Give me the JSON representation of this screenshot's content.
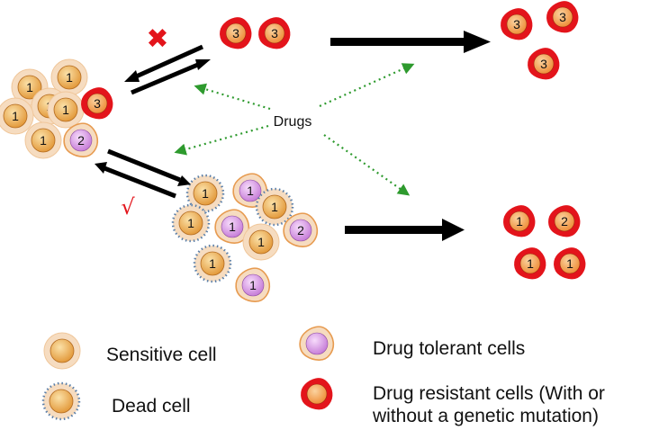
{
  "drugs_label": "Drugs",
  "blocked_mark": "✖",
  "allowed_mark": "√",
  "legend": {
    "sensitive": "Sensitive cell",
    "dead": "Dead cell",
    "tolerant": "Drug tolerant cells",
    "resistant_line1": "Drug resistant cells (With or",
    "resistant_line2": "without a genetic mutation)"
  },
  "colors": {
    "sensitive_fill": "#f6dcc0",
    "sensitive_nucleus": "#e9a84c",
    "tolerant_fill": "#f6dcc0",
    "tolerant_nucleus": "#d9a0e6",
    "resistant_fill": "#e3141b",
    "resistant_nucleus": "#f2a048",
    "dead_ring": "#5a7ea8",
    "arrow": "#000000",
    "drug_arrow": "#2e9a2e",
    "blocked": "#e3141b",
    "allowed": "#e3141b"
  },
  "groups": {
    "initial": {
      "cells": [
        {
          "type": "sensitive",
          "label": "1"
        },
        {
          "type": "sensitive",
          "label": "1"
        },
        {
          "type": "sensitive",
          "label": "1"
        },
        {
          "type": "sensitive",
          "label": "1"
        },
        {
          "type": "sensitive",
          "label": "1"
        },
        {
          "type": "resistant",
          "label": "3"
        },
        {
          "type": "sensitive",
          "label": "1"
        },
        {
          "type": "tolerant",
          "label": "2"
        }
      ]
    },
    "top_middle": {
      "cells": [
        {
          "type": "resistant",
          "label": "3"
        },
        {
          "type": "resistant",
          "label": "3"
        }
      ]
    },
    "top_right": {
      "cells": [
        {
          "type": "resistant",
          "label": "3"
        },
        {
          "type": "resistant",
          "label": "3"
        },
        {
          "type": "resistant",
          "label": "3"
        }
      ]
    },
    "middle_cluster": {
      "cells": [
        {
          "type": "dead",
          "label": "1"
        },
        {
          "type": "tolerant",
          "label": "1"
        },
        {
          "type": "dead",
          "label": "1"
        },
        {
          "type": "dead",
          "label": "1"
        },
        {
          "type": "tolerant",
          "label": "1"
        },
        {
          "type": "sensitive",
          "label": "1"
        },
        {
          "type": "tolerant",
          "label": "2"
        },
        {
          "type": "dead",
          "label": "1"
        },
        {
          "type": "tolerant",
          "label": "1"
        }
      ]
    },
    "bottom_right": {
      "cells": [
        {
          "type": "resistant",
          "label": "1"
        },
        {
          "type": "resistant",
          "label": "2"
        },
        {
          "type": "resistant",
          "label": "1"
        },
        {
          "type": "resistant",
          "label": "1"
        }
      ]
    }
  }
}
